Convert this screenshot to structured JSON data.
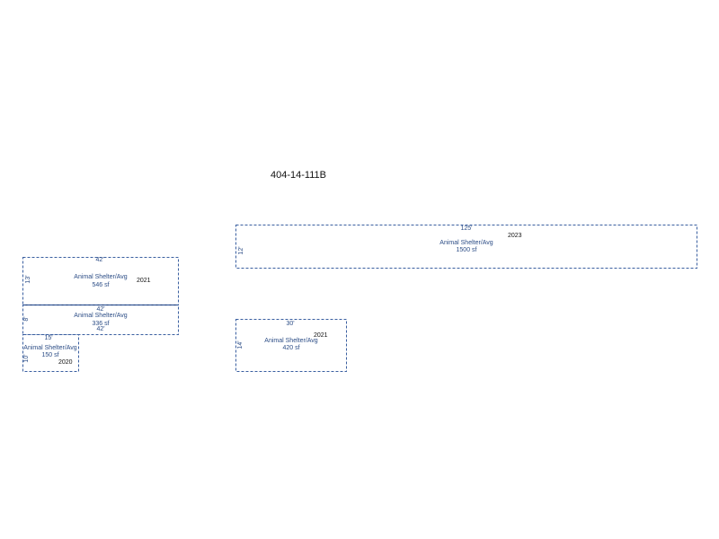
{
  "parcel_id": "404-14-111B",
  "sections": {
    "large_top_right": {
      "dim_top": "125'",
      "dim_side": "12'",
      "use": "Animal Shelter/Avg",
      "area": "1500 sf",
      "year": "2023"
    },
    "left_top": {
      "dim_top": "42'",
      "dim_side": "13'",
      "use": "Animal Shelter/Avg",
      "area": "546 sf",
      "year": "2021"
    },
    "left_middle": {
      "dim_top": "42'",
      "dim_bottom": "42'",
      "dim_side": "8'",
      "use": "Animal Shelter/Avg",
      "area": "336 sf"
    },
    "left_bottom_small": {
      "dim_top": "15'",
      "dim_side": "10'",
      "use": "Animal Shelter/Avg",
      "area": "150 sf",
      "year": "2020"
    },
    "center_bottom": {
      "dim_top": "30'",
      "dim_side": "14'",
      "use": "Animal Shelter/Avg",
      "area": "420 sf",
      "year": "2021"
    }
  }
}
